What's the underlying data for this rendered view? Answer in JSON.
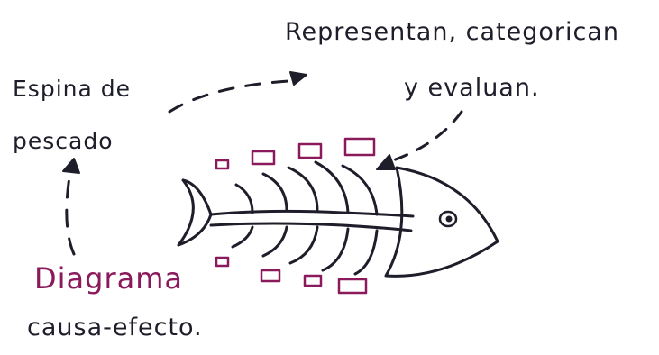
{
  "annotations": {
    "top_line1": "Representan, categorican",
    "top_line2": "y evaluan.",
    "left_line1": "Espina de",
    "left_line2": "pescado",
    "bottom_line1": "Diagrama",
    "bottom_line2": "causa-efecto."
  },
  "colors": {
    "ink": "#1e1e2a",
    "accent": "#8a1a5c",
    "box": "#8a1a5c",
    "arrow": "#2a2a5a"
  }
}
